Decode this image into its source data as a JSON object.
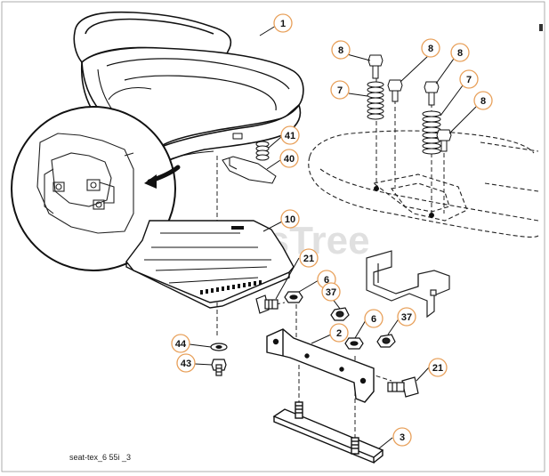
{
  "diagram": {
    "caption": "seat-tex_6 55i _3",
    "watermark": "PartsTree",
    "callouts": [
      {
        "id": "c1",
        "label": "1"
      },
      {
        "id": "c8a",
        "label": "8"
      },
      {
        "id": "c8b",
        "label": "8"
      },
      {
        "id": "c8c",
        "label": "8"
      },
      {
        "id": "c7a",
        "label": "7"
      },
      {
        "id": "c7b",
        "label": "7"
      },
      {
        "id": "c8d",
        "label": "8"
      },
      {
        "id": "c41",
        "label": "41"
      },
      {
        "id": "c40",
        "label": "40"
      },
      {
        "id": "c10",
        "label": "10"
      },
      {
        "id": "c21a",
        "label": "21"
      },
      {
        "id": "c6a",
        "label": "6"
      },
      {
        "id": "c37a",
        "label": "37"
      },
      {
        "id": "c6b",
        "label": "6"
      },
      {
        "id": "c37b",
        "label": "37"
      },
      {
        "id": "c2",
        "label": "2"
      },
      {
        "id": "c44",
        "label": "44"
      },
      {
        "id": "c43",
        "label": "43"
      },
      {
        "id": "c21b",
        "label": "21"
      },
      {
        "id": "c3",
        "label": "3"
      }
    ]
  }
}
